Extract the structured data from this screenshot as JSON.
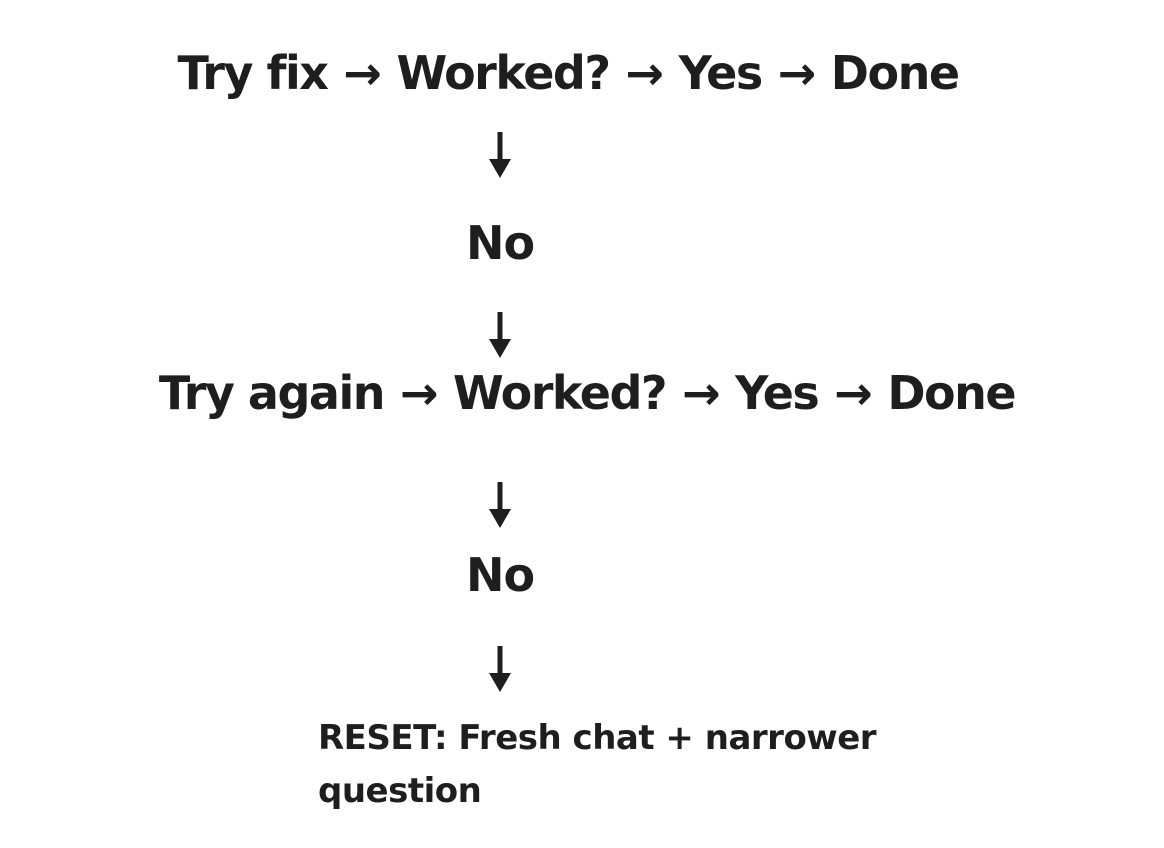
{
  "canvas": {
    "background_color": "#ffffff",
    "ink_color": "#1e1e1e",
    "style": "hand-drawn flowchart"
  },
  "flow": {
    "right_arrow": "→",
    "no_label": "No",
    "rows": [
      {
        "steps": [
          "Try fix",
          "Worked?",
          "Yes",
          "Done"
        ]
      },
      {
        "steps": [
          "Try again",
          "Worked?",
          "Yes",
          "Done"
        ]
      }
    ],
    "reset_text": "RESET: Fresh chat + narrower question"
  }
}
